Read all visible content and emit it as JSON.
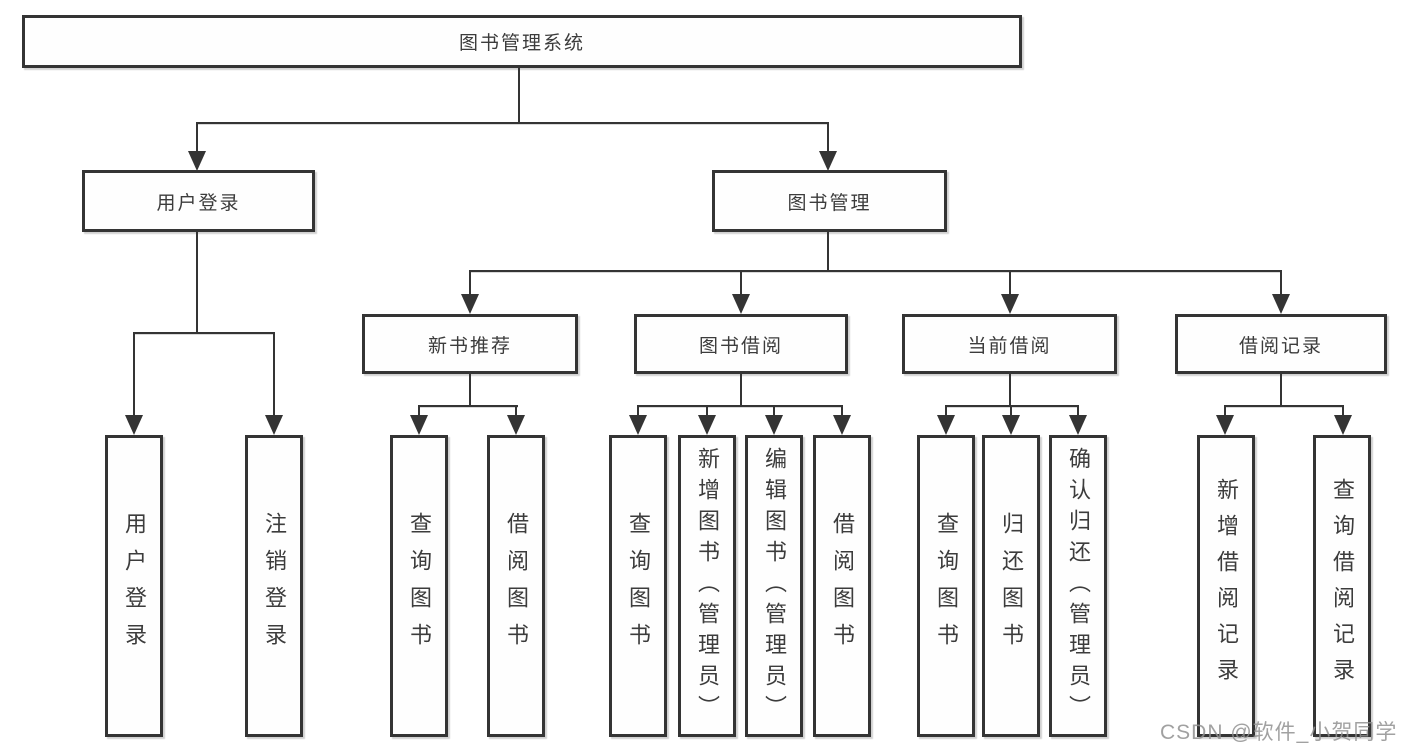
{
  "root": {
    "label": "图书管理系统"
  },
  "level2": [
    {
      "label": "用户登录"
    },
    {
      "label": "图书管理"
    }
  ],
  "level3": [
    {
      "label": "新书推荐"
    },
    {
      "label": "图书借阅"
    },
    {
      "label": "当前借阅"
    },
    {
      "label": "借阅记录"
    }
  ],
  "leaves": {
    "user_login": [
      {
        "label": "用户登录"
      },
      {
        "label": "注销登录"
      }
    ],
    "new_books": [
      {
        "label": "查询图书"
      },
      {
        "label": "借阅图书"
      }
    ],
    "book_borrow": [
      {
        "label": "查询图书"
      },
      {
        "label": "新增图书（管理员）"
      },
      {
        "label": "编辑图书（管理员）"
      },
      {
        "label": "借阅图书"
      }
    ],
    "current_borrow": [
      {
        "label": "查询图书"
      },
      {
        "label": "归还图书"
      },
      {
        "label": "确认归还（管理员）"
      }
    ],
    "borrow_records": [
      {
        "label": "新增借阅记录"
      },
      {
        "label": "查询借阅记录"
      }
    ]
  },
  "watermark": {
    "text": "CSDN @软件_小贺同学"
  },
  "colors": {
    "line": "#343434",
    "box_border": "#343434",
    "text": "#3c3c3c",
    "background": "#ffffff",
    "watermark": "#919191"
  }
}
